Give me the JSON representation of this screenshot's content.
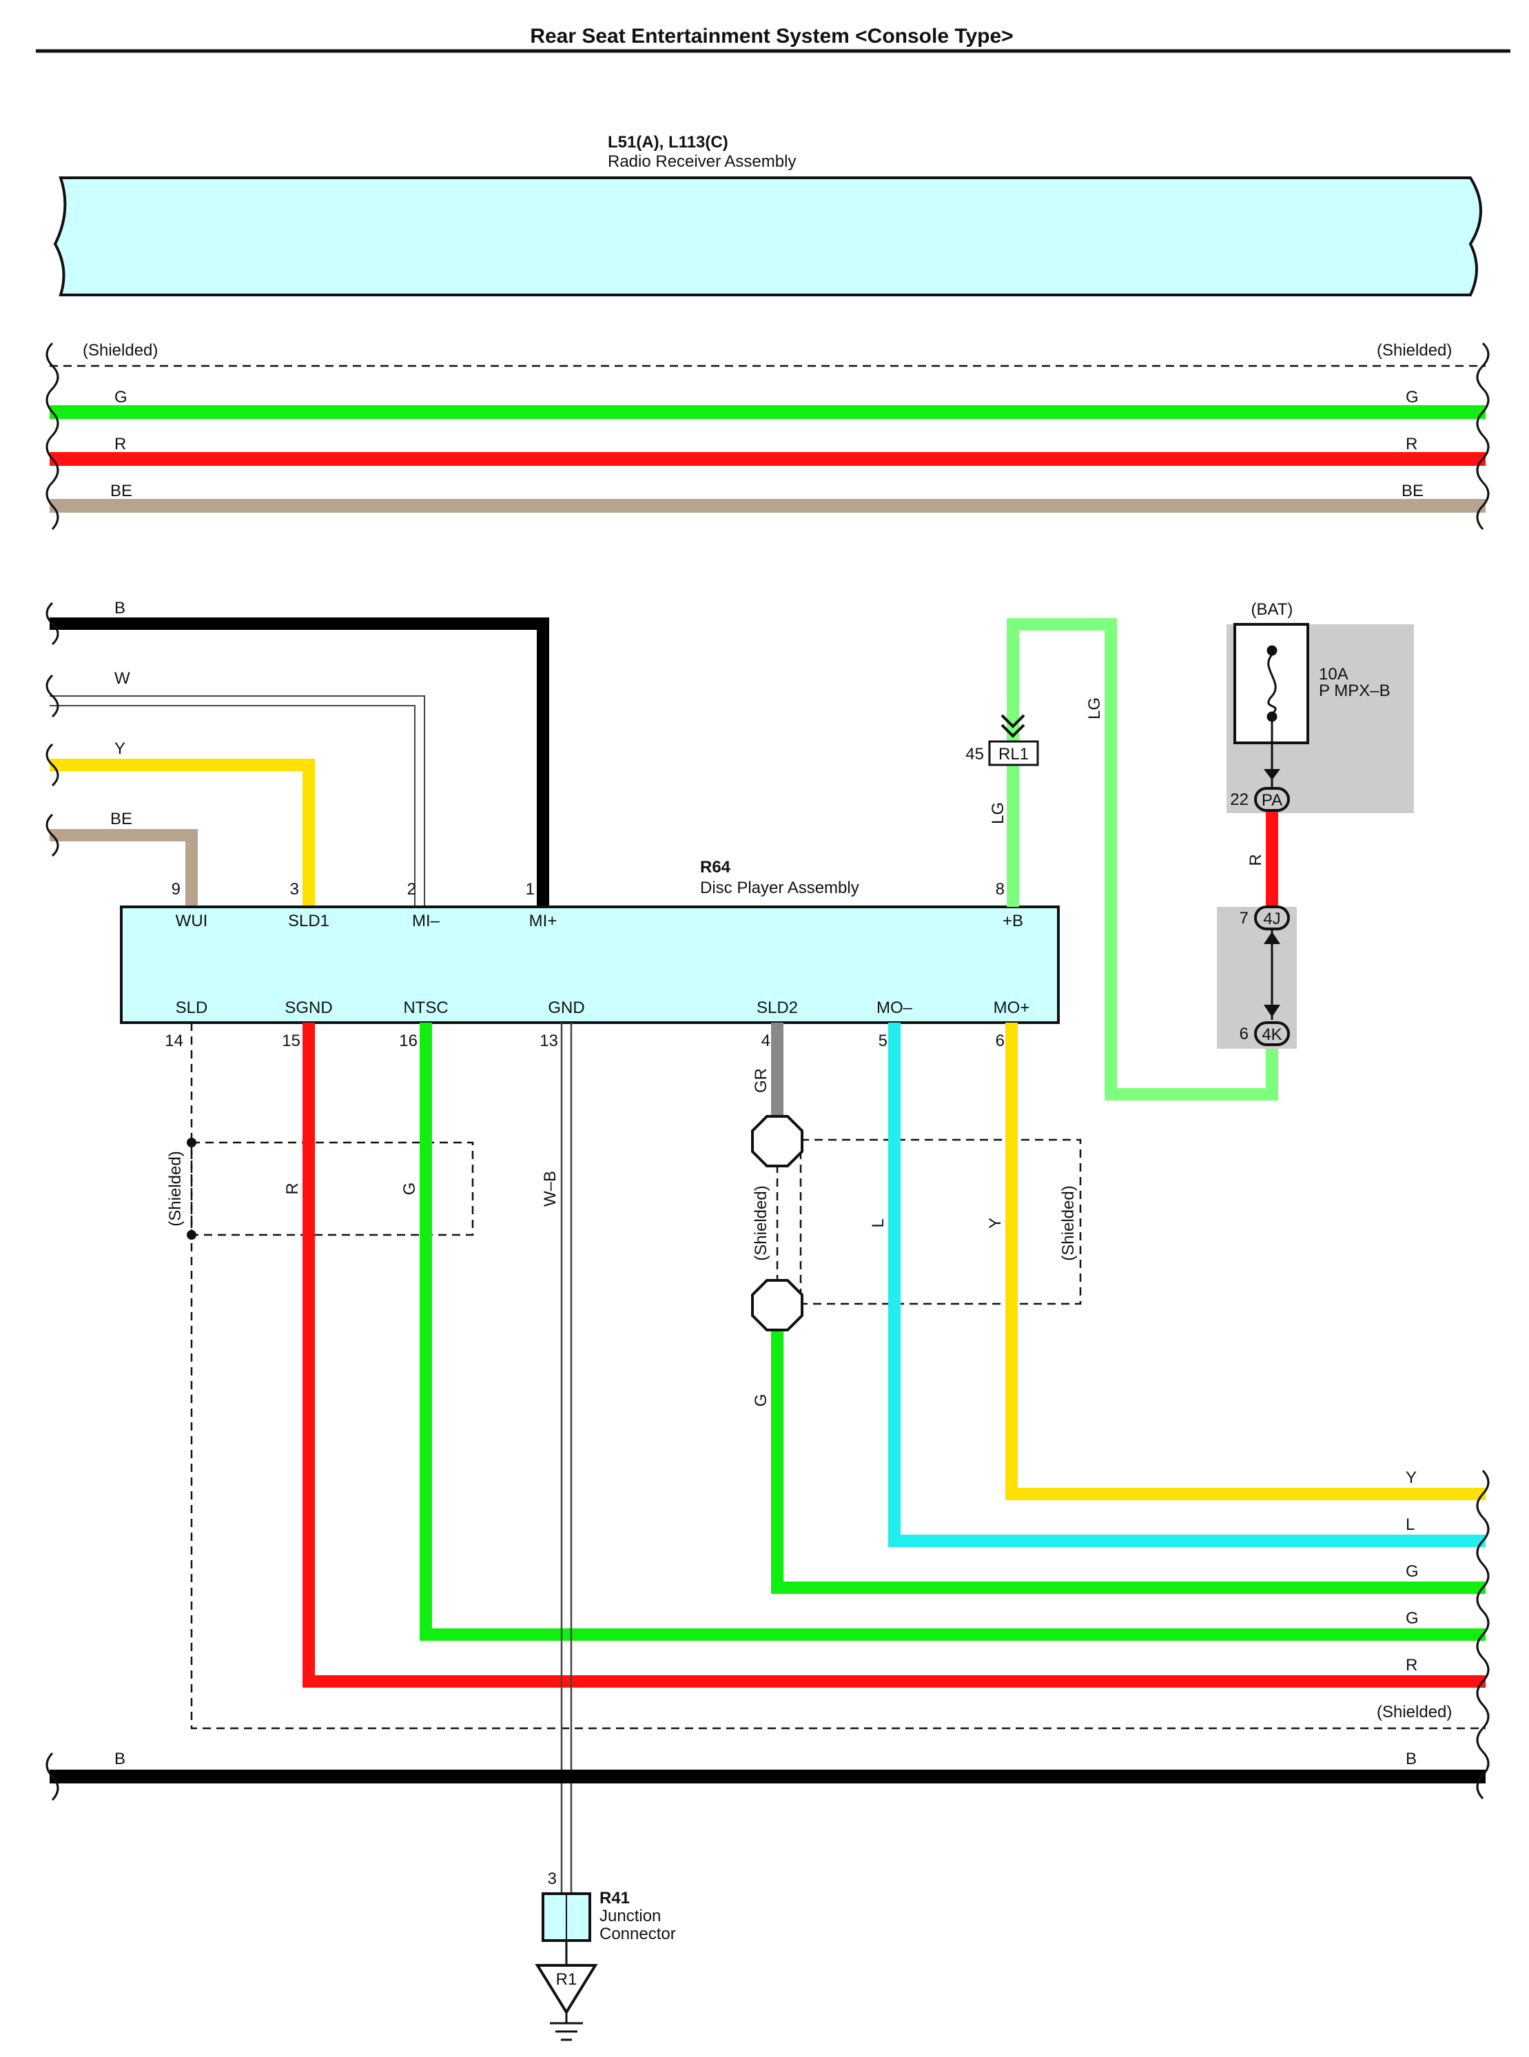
{
  "title": "Rear Seat Entertainment System <Console Type>",
  "colors": {
    "G": "#11ee11",
    "R": "#ff1111",
    "BE": "#b8a48e",
    "B": "#000000",
    "Y": "#ffe000",
    "LG": "#7dff7d",
    "L": "#22eeee",
    "GR": "#888888",
    "component_fill": "#ccffff",
    "shade": "#cccccc"
  },
  "radio_receiver": {
    "ref": "L51(A), L113(C)",
    "name": "Radio Receiver Assembly"
  },
  "top_bus": {
    "shielded_label": "(Shielded)",
    "wires": [
      "G",
      "R",
      "BE"
    ]
  },
  "left_inputs": [
    "B",
    "W",
    "Y",
    "BE"
  ],
  "disc_player": {
    "ref": "R64",
    "name": "Disc Player Assembly",
    "top_pins": [
      {
        "num": "9",
        "name": "WUI"
      },
      {
        "num": "3",
        "name": "SLD1"
      },
      {
        "num": "2",
        "name": "MI–"
      },
      {
        "num": "1",
        "name": "MI+"
      },
      {
        "num": "8",
        "name": "+B"
      }
    ],
    "bottom_pins": [
      {
        "num": "14",
        "name": "SLD"
      },
      {
        "num": "15",
        "name": "SGND"
      },
      {
        "num": "16",
        "name": "NTSC"
      },
      {
        "num": "13",
        "name": "GND"
      },
      {
        "num": "4",
        "name": "SLD2"
      },
      {
        "num": "5",
        "name": "MO–"
      },
      {
        "num": "6",
        "name": "MO+"
      }
    ]
  },
  "connector_rl1": {
    "pin": "45",
    "label": "RL1"
  },
  "fuse": {
    "group": "(BAT)",
    "rating": "10A",
    "name": "P MPX–B",
    "connector_pa": {
      "pin": "22",
      "label": "PA"
    }
  },
  "junction_4j": {
    "pin": "7",
    "label": "4J"
  },
  "junction_4k": {
    "pin": "6",
    "label": "4K"
  },
  "wire_labels": {
    "lg": "LG",
    "r": "R",
    "g": "G",
    "wb": "W–B",
    "gr": "GR",
    "l": "L",
    "y": "Y",
    "shielded": "(Shielded)"
  },
  "right_outputs": [
    "Y",
    "L",
    "G",
    "G",
    "R",
    "(Shielded)",
    "B"
  ],
  "junction_r41": {
    "pin": "3",
    "ref": "R41",
    "name_line1": "Junction",
    "name_line2": "Connector",
    "ground": "R1"
  }
}
